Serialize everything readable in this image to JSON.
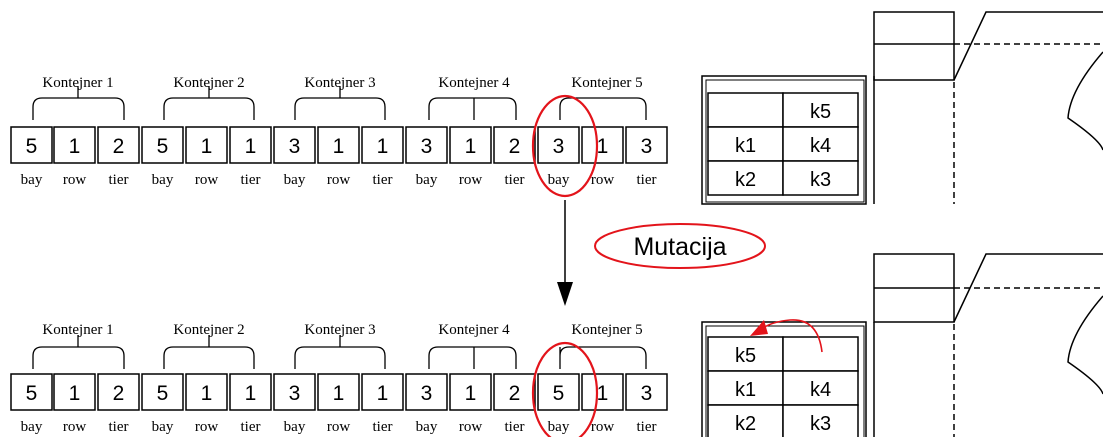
{
  "top": {
    "containers": [
      "Kontejner 1",
      "Kontejner 2",
      "Kontejner 3",
      "Kontejner 4",
      "Kontejner 5"
    ],
    "genes": [
      "5",
      "1",
      "2",
      "5",
      "1",
      "1",
      "3",
      "1",
      "1",
      "3",
      "1",
      "2",
      "3",
      "1",
      "3"
    ],
    "labels": [
      "bay",
      "row",
      "tier",
      "bay",
      "row",
      "tier",
      "bay",
      "row",
      "tier",
      "bay",
      "row",
      "tier",
      "bay",
      "row",
      "tier"
    ],
    "grid": [
      [
        "",
        "k5"
      ],
      [
        "k1",
        "k4"
      ],
      [
        "k2",
        "k3"
      ]
    ]
  },
  "bottom": {
    "containers": [
      "Kontejner 1",
      "Kontejner 2",
      "Kontejner 3",
      "Kontejner 4",
      "Kontejner 5"
    ],
    "genes": [
      "5",
      "1",
      "2",
      "5",
      "1",
      "1",
      "3",
      "1",
      "1",
      "3",
      "1",
      "2",
      "5",
      "1",
      "3"
    ],
    "labels": [
      "bay",
      "row",
      "tier",
      "bay",
      "row",
      "tier",
      "bay",
      "row",
      "tier",
      "bay",
      "row",
      "tier",
      "bay",
      "row",
      "tier"
    ],
    "grid": [
      [
        "k5",
        ""
      ],
      [
        "k1",
        "k4"
      ],
      [
        "k2",
        "k3"
      ]
    ]
  },
  "mutation_label": "Mutacija",
  "colors": {
    "highlight": "#e3141b",
    "line": "#000000"
  }
}
